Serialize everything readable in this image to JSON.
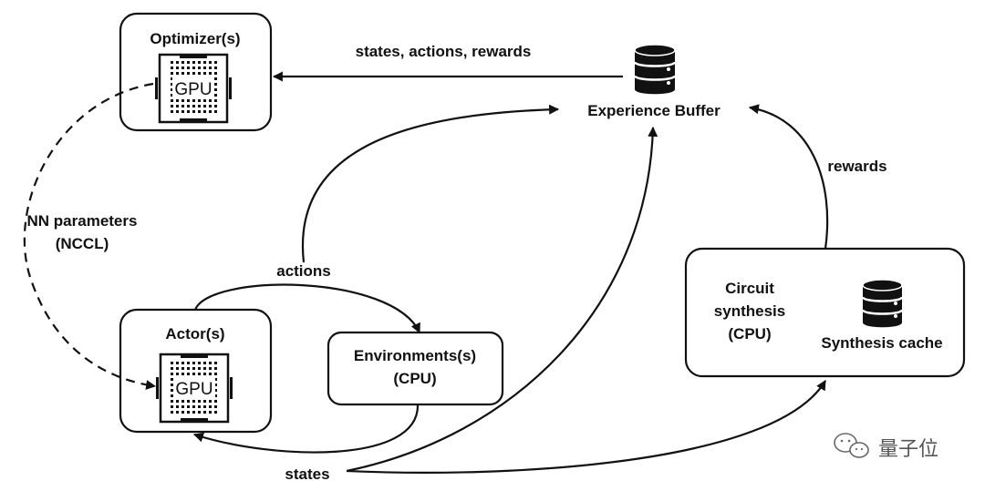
{
  "nodes": {
    "optimizer": {
      "title": "Optimizer(s)",
      "chip": "GPU"
    },
    "actor": {
      "title": "Actor(s)",
      "chip": "GPU"
    },
    "environment": {
      "line1": "Environments(s)",
      "line2": "(CPU)"
    },
    "experience_buffer": {
      "label": "Experience Buffer",
      "icon": "database-icon"
    },
    "circuit": {
      "line1": "Circuit",
      "line2": "synthesis",
      "line3": "(CPU)",
      "cache_label": "Synthesis cache",
      "cache_icon": "database-icon"
    }
  },
  "edges": {
    "buffer_to_optimizer": "states, actions, rewards",
    "nn_params_line1": "NN parameters",
    "nn_params_line2": "(NCCL)",
    "actions": "actions",
    "rewards": "rewards",
    "states": "states"
  },
  "watermark": {
    "text": "量子位",
    "icon": "wechat-icon"
  },
  "colors": {
    "stroke": "#111111",
    "background": "#ffffff"
  }
}
